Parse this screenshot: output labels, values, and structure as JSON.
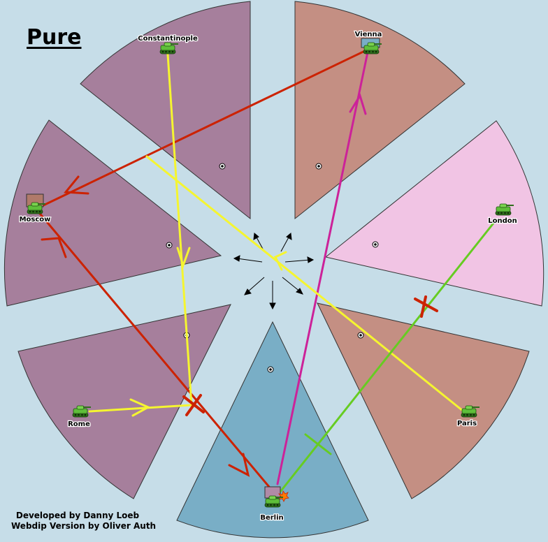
{
  "map": {
    "title": "Pure",
    "credits": {
      "line1": "Developed by Danny Loeb",
      "line2": "Webdip Version by Oliver Auth"
    },
    "colors": {
      "background": "#c6dde8",
      "russia": "#a67f9c",
      "austria": "#c48f83",
      "england": "#f1c4e4",
      "germany": "#79aec6",
      "order_russia": "#cc2200",
      "order_austria": "#cc2299",
      "order_yellow": "#f5f530",
      "order_england": "#66cc22"
    }
  },
  "territories": [
    {
      "id": "constantinople",
      "label": "Constantinople",
      "owner": "russia"
    },
    {
      "id": "vienna",
      "label": "Vienna",
      "owner": "austria"
    },
    {
      "id": "london",
      "label": "London",
      "owner": "england"
    },
    {
      "id": "paris",
      "label": "Paris",
      "owner": "austria"
    },
    {
      "id": "berlin",
      "label": "Berlin",
      "owner": "germany"
    },
    {
      "id": "rome",
      "label": "Rome",
      "owner": "russia"
    },
    {
      "id": "moscow",
      "label": "Moscow",
      "owner": "russia"
    }
  ],
  "units": [
    {
      "territory": "constantinople",
      "type": "army",
      "icon": "tank-icon"
    },
    {
      "territory": "vienna",
      "type": "army",
      "icon": "tank-icon"
    },
    {
      "territory": "london",
      "type": "army",
      "icon": "tank-icon"
    },
    {
      "territory": "paris",
      "type": "army",
      "icon": "tank-icon"
    },
    {
      "territory": "berlin",
      "type": "army",
      "icon": "tank-icon",
      "status": "dislodged"
    },
    {
      "territory": "rome",
      "type": "army",
      "icon": "tank-icon"
    },
    {
      "territory": "moscow",
      "type": "army",
      "icon": "tank-icon"
    }
  ],
  "orders": [
    {
      "from": "vienna",
      "to": "moscow",
      "kind": "move",
      "color": "order_russia"
    },
    {
      "from": "moscow",
      "to": "berlin",
      "kind": "move",
      "color": "order_russia",
      "failed": true
    },
    {
      "from": "berlin",
      "to": "vienna",
      "kind": "move",
      "color": "order_austria"
    },
    {
      "from": "constantinople",
      "to": "rome",
      "kind": "move",
      "color": "order_yellow"
    },
    {
      "from": "rome",
      "to": "rome",
      "kind": "move",
      "color": "order_yellow"
    },
    {
      "from": "paris",
      "to": "centre",
      "kind": "support",
      "color": "order_yellow"
    },
    {
      "from": "london",
      "to": "berlin",
      "kind": "support",
      "color": "order_england",
      "failed": true
    }
  ]
}
